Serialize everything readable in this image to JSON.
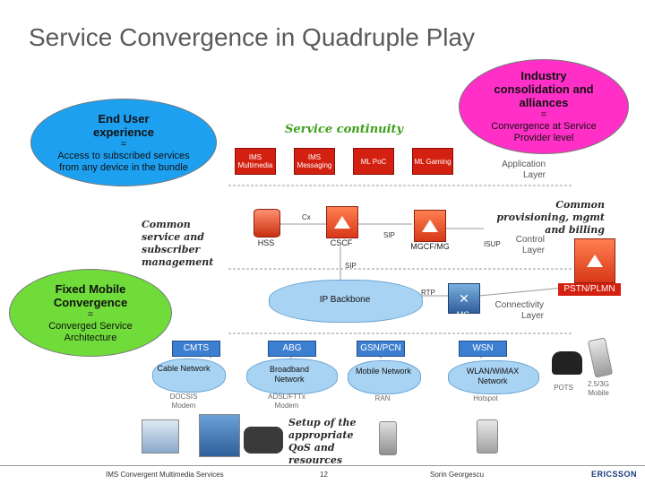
{
  "title": "Service Convergence in Quadruple Play",
  "ellipses": {
    "end_user": {
      "heading": "End User experience",
      "eq": "=",
      "body": "Access to subscribed services from any device in the bundle"
    },
    "industry": {
      "heading": "Industry consolidation and alliances",
      "eq": "=",
      "body": "Convergence at Service Provider level"
    },
    "fmc": {
      "heading": "Fixed Mobile Convergence",
      "eq": "=",
      "body": "Converged Service Architecture"
    }
  },
  "script_labels": {
    "service_continuity": "Service continuity",
    "common_service": "Common service and subscriber management",
    "common_provisioning": "Common provisioning, mgmt and billing",
    "setup_qos": "Setup of the appropriate QoS and resources"
  },
  "layers": {
    "application": "Application Layer",
    "control": "Control Layer",
    "connectivity": "Connectivity Layer"
  },
  "app_boxes": [
    "IMS Multimedia",
    "IMS Messaging",
    "ML PoC",
    "ML Gaming"
  ],
  "nodes": {
    "hss": "HSS",
    "cscf": "CSCF",
    "mgcf": "MGCF/MG",
    "pstn": "PSTN/PLMN",
    "mg": "MG"
  },
  "protocols": {
    "cx": "Cx",
    "sip_mgcf": "SIP",
    "sip_down": "SIP",
    "isup": "ISUP",
    "rtp": "RTP"
  },
  "backbone": "IP Backbone",
  "network_boxes": [
    "CMTS",
    "ABG",
    "GSN/PCN",
    "WSN"
  ],
  "networks": [
    "Cable Network",
    "Broadband Network",
    "Mobile Network",
    "WLAN/WiMAX Network"
  ],
  "access": [
    "DOCSIS Modem",
    "ADSL/FTTx Modem",
    "RAN",
    "Hotspot",
    "POTS",
    "2.5/3G Mobile"
  ],
  "footer": {
    "left": "IMS Convergent Multimedia Services",
    "page": "12",
    "author": "Sorin Georgescu",
    "logo": "ERICSSON"
  },
  "colors": {
    "blue": "#1ea0f0",
    "pink": "#ff2fc8",
    "green": "#6fdc3a",
    "red": "#d42010",
    "netblue": "#3c7fd0"
  }
}
